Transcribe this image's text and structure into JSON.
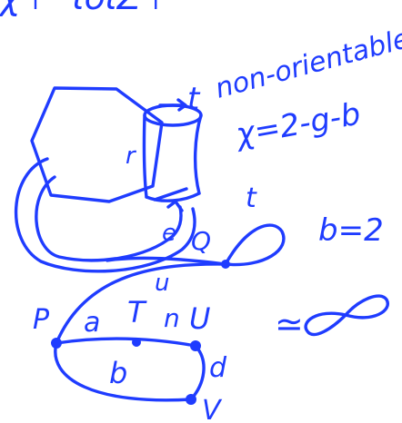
{
  "note": {
    "top_fragment": "χ ⊢ ιοιΖ   ⊢",
    "orientation": "non-orientable",
    "euler_formula": "χ=2-g-b",
    "b_equals": "b=2",
    "approx_symbol": "≃"
  },
  "labels": {
    "t_top": "t",
    "r": "r",
    "e": "e",
    "t_loop": "t",
    "Q": "Q",
    "u": "u",
    "P": "P",
    "a": "a",
    "T": "T",
    "n": "n",
    "U": "U",
    "b": "b",
    "d": "d",
    "V": "V"
  },
  "colors": {
    "ink": "#1f3cff",
    "paper": "#ffffff"
  }
}
